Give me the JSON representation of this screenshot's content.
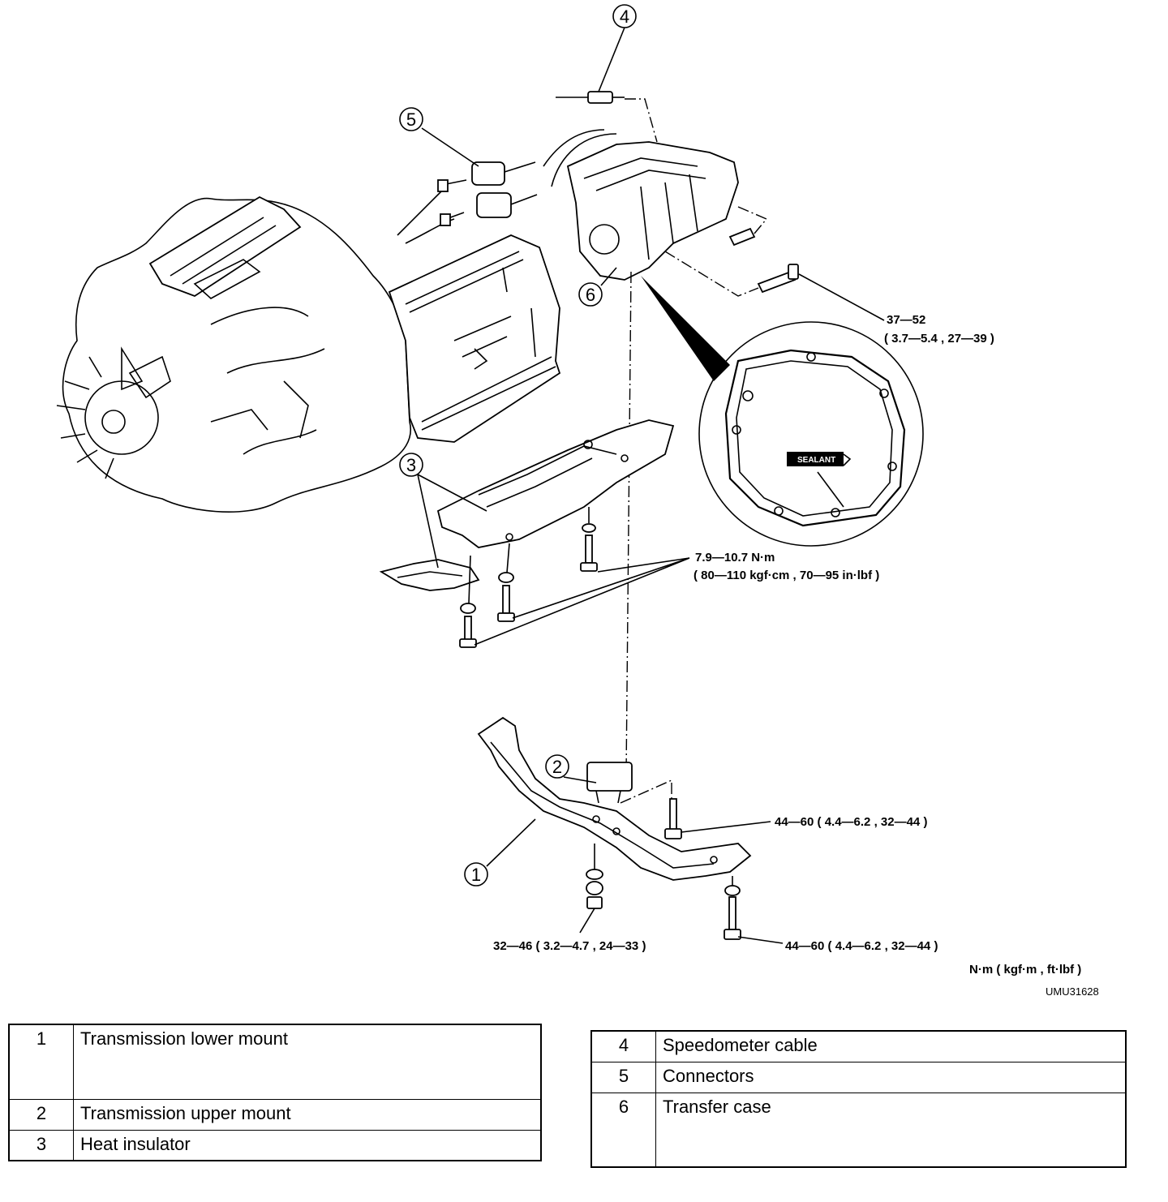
{
  "callouts": {
    "c1": "1",
    "c2": "2",
    "c3": "3",
    "c4": "4",
    "c5": "5",
    "c6": "6"
  },
  "torque": {
    "transfer_bolts_a": "37—52",
    "transfer_bolts_b": "( 3.7—5.4 , 27—39 )",
    "insulator_a": "7.9—10.7 N·m",
    "insulator_b": "( 80—110 kgf·cm , 70—95 in·lbf )",
    "upper_mount": "44—60 ( 4.4—6.2 , 32—44 )",
    "lower_mount_left": "32—46 ( 3.2—4.7 , 24—33 )",
    "lower_mount_right": "44—60 ( 4.4—6.2 , 32—44 )",
    "units": "N·m ( kgf·m , ft·lbf )"
  },
  "sealant_label": "SEALANT",
  "figure_code": "UMU31628",
  "legend_left": [
    {
      "num": "1",
      "name": "Transmission lower mount"
    },
    {
      "num": "2",
      "name": "Transmission upper mount"
    },
    {
      "num": "3",
      "name": "Heat insulator"
    }
  ],
  "legend_right": [
    {
      "num": "4",
      "name": "Speedometer cable"
    },
    {
      "num": "5",
      "name": "Connectors"
    },
    {
      "num": "6",
      "name": "Transfer case"
    }
  ]
}
